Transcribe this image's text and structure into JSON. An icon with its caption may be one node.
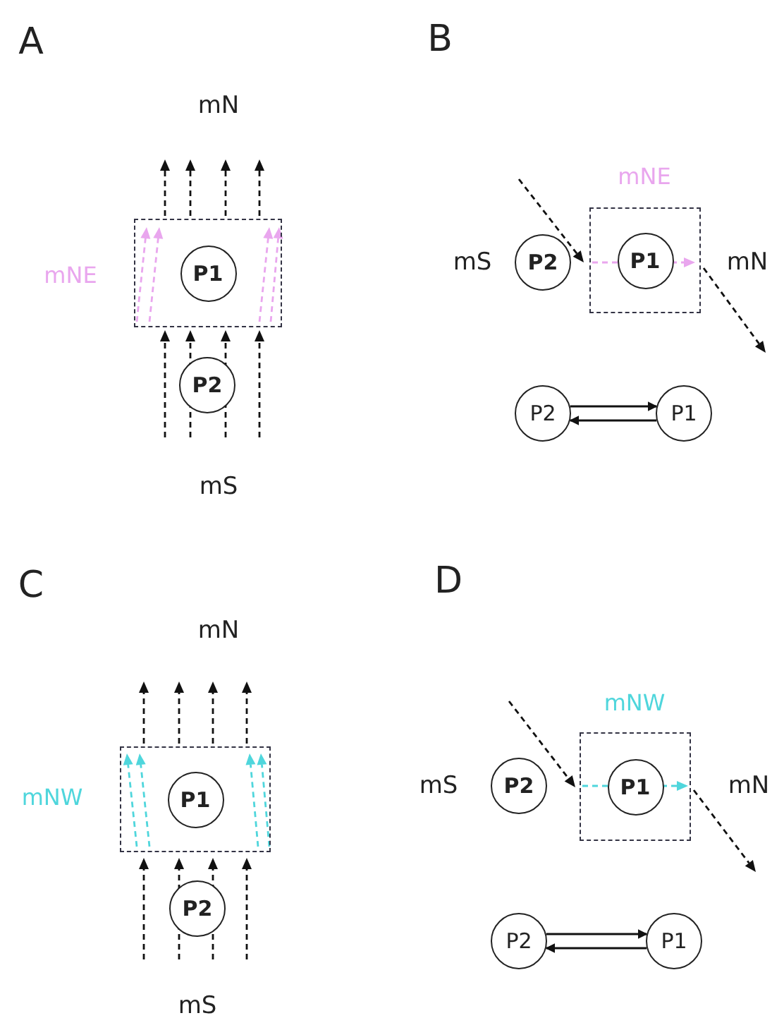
{
  "diagram": {
    "nodes": [
      {
        "text": [],
        "shape": "box"
      },
      {
        "text": [
          "P1"
        ],
        "in": 0
      },
      {
        "text": [
          "P2"
        ]
      },
      {
        "text": [],
        "shape": "box"
      },
      {
        "text": [
          "P1"
        ],
        "in": 3
      },
      {
        "text": [
          "P2"
        ]
      },
      {
        "text": [
          "P2"
        ]
      },
      {
        "text": [
          "P1"
        ]
      },
      {
        "text": [],
        "shape": "box"
      },
      {
        "text": [
          "P1"
        ],
        "in": 8
      },
      {
        "text": [
          "P2"
        ]
      },
      {
        "text": [],
        "shape": "box"
      },
      {
        "text": [
          "P1"
        ],
        "in": 11
      },
      {
        "text": [
          "P2"
        ]
      },
      {
        "text": [
          "P2"
        ]
      },
      {
        "text": [
          "P1"
        ]
      }
    ],
    "edges": [
      {
        "from": 6,
        "to": 7,
        "arrow": "to"
      },
      {
        "from": 7,
        "to": 6,
        "arrow": "to"
      },
      {
        "from": 14,
        "to": 15,
        "arrow": "to"
      },
      {
        "from": 15,
        "to": 14,
        "arrow": "to"
      }
    ],
    "labels": [
      "A",
      "mN",
      "mNE",
      "mS",
      "B",
      "mNE",
      "mS",
      "mN",
      "C",
      "mN",
      "mNW",
      "mS",
      "D",
      "mNW",
      "mS",
      "mN"
    ]
  }
}
